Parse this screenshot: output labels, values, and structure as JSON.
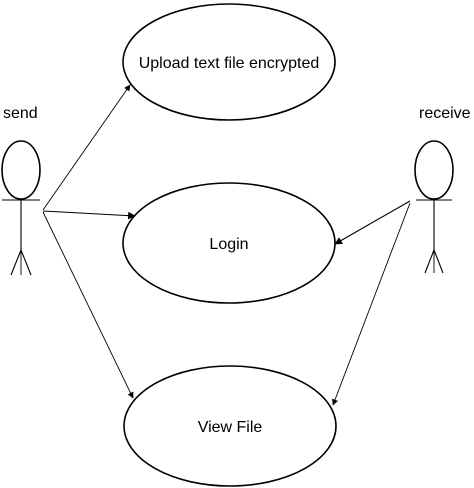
{
  "actors": {
    "sender": {
      "label": "send"
    },
    "receiver": {
      "label": "receive"
    }
  },
  "use_cases": {
    "upload": {
      "label": "Upload text file encrypted"
    },
    "login": {
      "label": "Login"
    },
    "view": {
      "label": "View File"
    }
  }
}
